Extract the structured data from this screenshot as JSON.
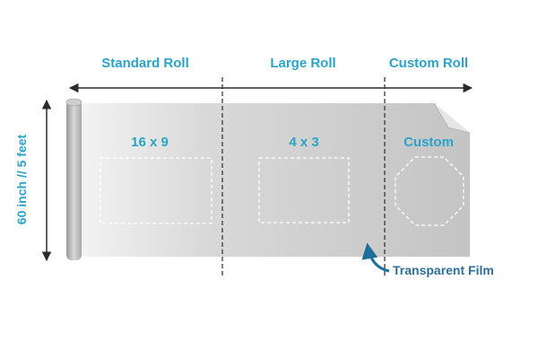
{
  "sections": {
    "standard": "Standard Roll",
    "large": "Large Roll",
    "custom": "Custom Roll"
  },
  "height_label": "60 inch // 5 feet",
  "shapes": {
    "ratio_16x9": "16 x 9",
    "ratio_4x3": "4 x 3",
    "custom": "Custom"
  },
  "callout": "Transparent Film",
  "colors": {
    "accent": "#2aa3c8",
    "arrow": "#2b2b2b",
    "film_light": "#f2f2f2",
    "film_mid": "#d4d4d4",
    "film_dark": "#bdbdbd",
    "callout_arrow": "#1e6f9a"
  }
}
